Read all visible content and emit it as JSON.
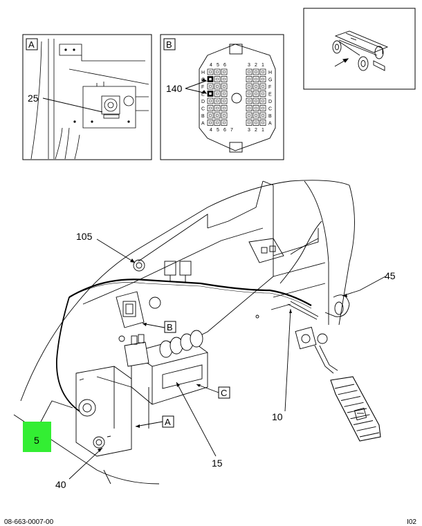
{
  "insets": {
    "a": {
      "tag": "A",
      "callout": "25"
    },
    "b": {
      "tag": "B",
      "callout": "140",
      "col_top_left": [
        "4",
        "5",
        "6"
      ],
      "col_bottom_left": [
        "4",
        "5",
        "6",
        "7"
      ],
      "col_right": [
        "3",
        "2",
        "1"
      ],
      "rows_left": [
        "H",
        "G",
        "F",
        "E",
        "D",
        "C",
        "B",
        "A"
      ],
      "rows_right": [
        "H",
        "G",
        "F",
        "E",
        "D",
        "C",
        "B",
        "A"
      ]
    }
  },
  "callouts": {
    "c105": "105",
    "c45": "45",
    "c10": "10",
    "c15": "15",
    "c40": "40",
    "c5": "5",
    "tag_a": "A",
    "tag_b": "B",
    "tag_c": "C"
  },
  "highlight_color": "#33ee33",
  "footer": {
    "doc_id": "08-663-0007-00",
    "sheet_id": "I02"
  }
}
